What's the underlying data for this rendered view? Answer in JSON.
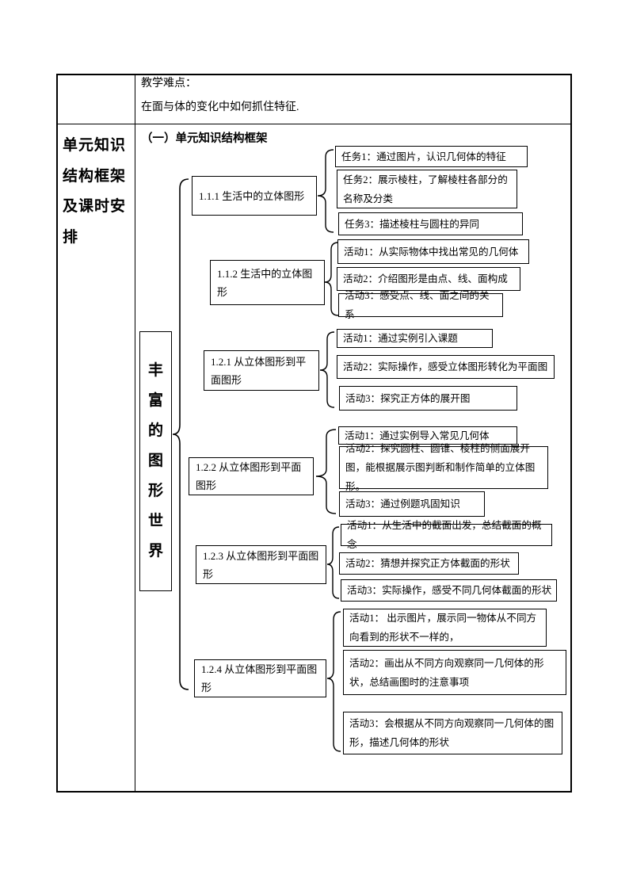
{
  "document": {
    "difficulty_label": "教学难点：",
    "difficulty_text": "在面与体的变化中如何抓住特征.",
    "row_header_lines": [
      "单元知识",
      "结构框架",
      "及课时安",
      "排"
    ],
    "section_title": "（一）单元知识结构框架",
    "root_node": "丰富的图形世界"
  },
  "diagram": {
    "groups": [
      {
        "parent": "1.1.1 生活中的立体图形",
        "children": [
          "任务1：通过图片，认识几何体的特征",
          "任务2：展示棱柱，了解棱柱各部分的名称及分类",
          "任务3：描述棱柱与圆柱的异同"
        ]
      },
      {
        "parent": "1.1.2 生活中的立体图形",
        "children": [
          "活动1：从实际物体中找出常见的几何体",
          "活动2：介绍图形是由点、线、面构成",
          "活动3：感受点、线、面之间的关系"
        ]
      },
      {
        "parent": "1.2.1 从立体图形到平面图形",
        "children": [
          "活动1：通过实例引入课题",
          "活动2：实际操作，感受立体图形转化为平面图",
          "活动3：探究正方体的展开图"
        ]
      },
      {
        "parent": "1.2.2 从立体图形到平面图形",
        "children": [
          "活动1：通过实例导入常见几何体",
          "活动2：探究圆柱、圆锥、棱柱的侧面展开图，能根据展示图判断和制作简单的立体图形。",
          "活动3：通过例题巩固知识"
        ]
      },
      {
        "parent": "1.2.3 从立体图形到平面图形",
        "children": [
          "活动1：从生活中的截面出发，总结截面的概念",
          "活动2：猜想并探究正方体截面的形状",
          "活动3：实际操作，感受不同几何体截面的形状"
        ]
      },
      {
        "parent": "1.2.4  从立体图形到平面图形",
        "children": [
          "活动1： 出示图片，展示同一物体从不同方向看到的形状不一样的，",
          "活动2：画出从不同方向观察同一几何体的形状，总结画图时的注意事项",
          "活动3：会根据从不同方向观察同一几何体的图形，描述几何体的形状"
        ]
      }
    ]
  }
}
